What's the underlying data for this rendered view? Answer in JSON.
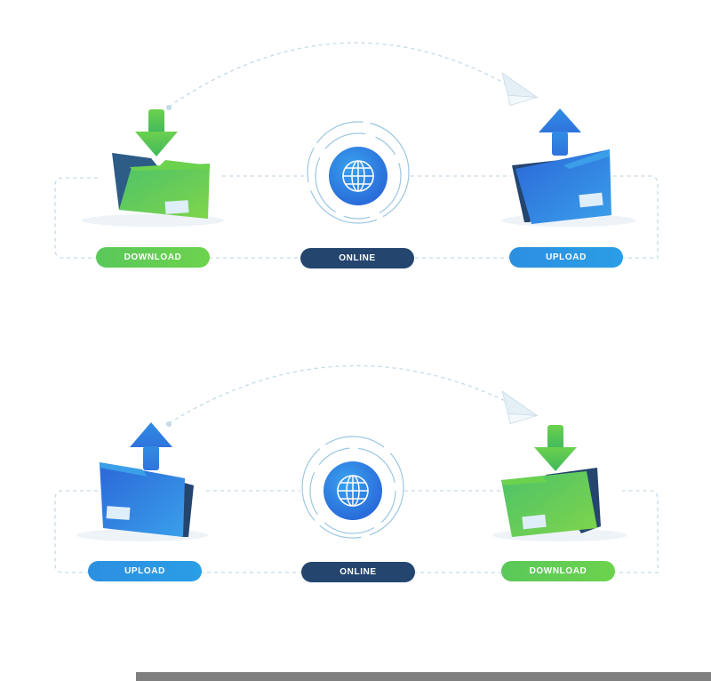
{
  "diagrams": [
    {
      "left_label": "DOWNLOAD",
      "center_label": "ONLINE",
      "right_label": "UPLOAD"
    },
    {
      "left_label": "UPLOAD",
      "center_label": "ONLINE",
      "right_label": "DOWNLOAD"
    }
  ],
  "colors": {
    "green": "#5cc85a",
    "blue": "#2d86e2",
    "navy": "#24456e",
    "dashed_line": "#b9d4e2"
  },
  "icons": [
    "folder-icon",
    "download-arrow-icon",
    "upload-arrow-icon",
    "globe-icon",
    "paper-plane-icon"
  ]
}
